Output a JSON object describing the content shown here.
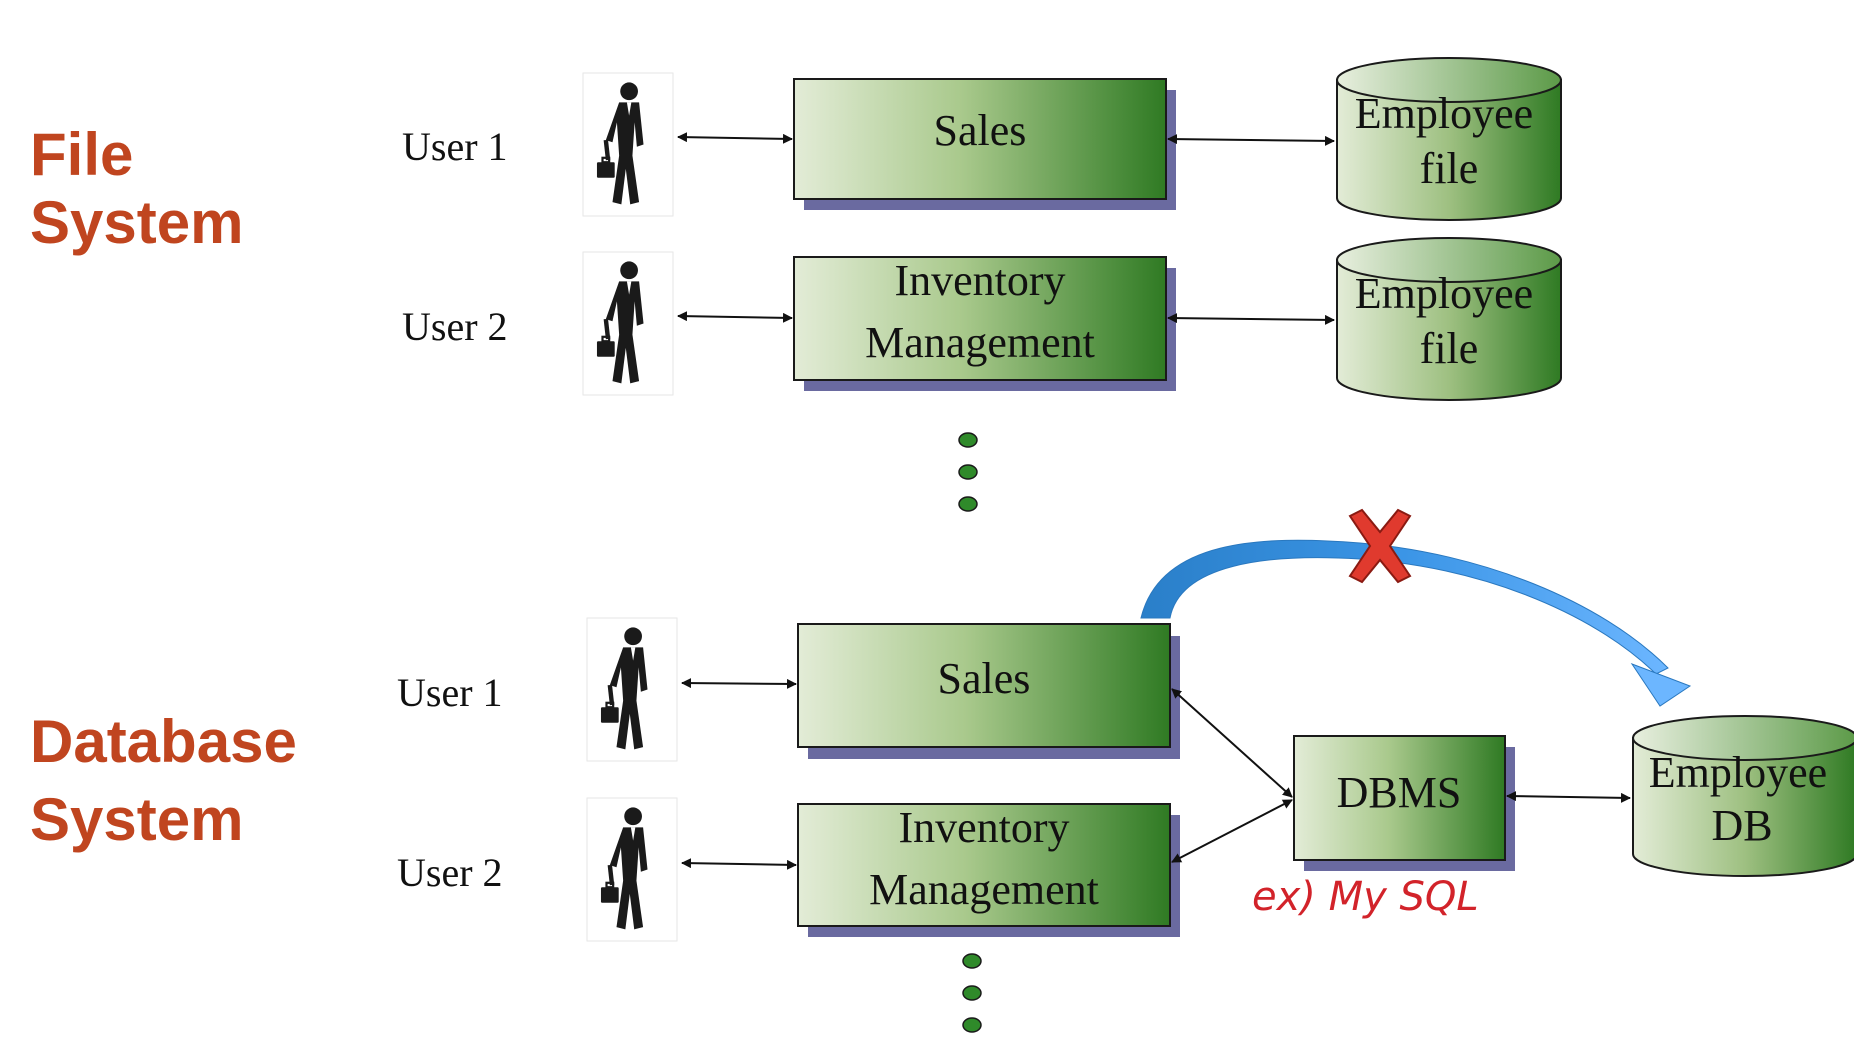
{
  "file_system": {
    "title_line1": "File",
    "title_line2": "System",
    "user1_label": "User 1",
    "user2_label": "User 2",
    "app1_label": "Sales",
    "app2_label_line1": "Inventory",
    "app2_label_line2": "Management",
    "file1_line1": "Employee",
    "file1_line2": "file",
    "file2_line1": "Employee",
    "file2_line2": "file"
  },
  "database_system": {
    "title_line1": "Database",
    "title_line2": "System",
    "user1_label": "User 1",
    "user2_label": "User 2",
    "app1_label": "Sales",
    "app2_label_line1": "Inventory",
    "app2_label_line2": "Management",
    "dbms_label": "DBMS",
    "db_line1": "Employee",
    "db_line2": "DB",
    "annotation": "ex) My SQL"
  },
  "icons": {
    "user": "businessman-icon",
    "ellipsis": "vertical-ellipsis-icon",
    "blocked": "red-x-icon",
    "bypass_arrow": "curved-blue-arrow-icon"
  },
  "colors": {
    "title": "#c0451f",
    "box_light": "#e3ecd7",
    "box_dark": "#2f7a23",
    "box_shadow": "#6a6aa0",
    "dots": "#2f8a2a",
    "arrow_blue": "#2f8fe0",
    "cross": "#e03a2e",
    "annotation": "#d2232a"
  }
}
